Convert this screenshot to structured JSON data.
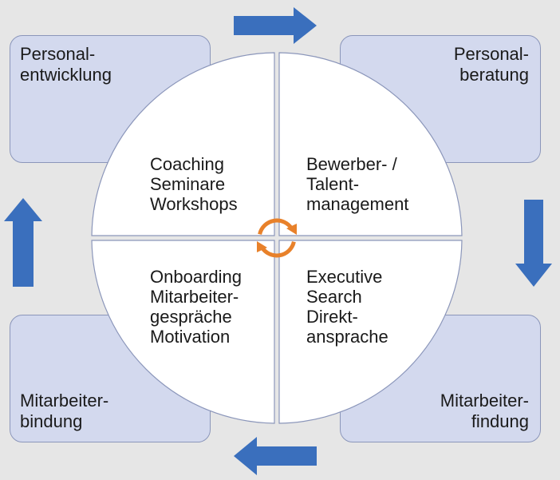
{
  "corners": {
    "top_left": [
      "Personal-",
      "entwicklung"
    ],
    "top_right": [
      "Personal-",
      "beratung"
    ],
    "bottom_left": [
      "Mitarbeiter-",
      "bindung"
    ],
    "bottom_right": [
      "Mitarbeiter-",
      "findung"
    ]
  },
  "quadrants": {
    "top_left": [
      "Coaching",
      "Seminare",
      "Workshops"
    ],
    "top_right": [
      "Bewerber- /",
      "Talent-",
      "management"
    ],
    "bottom_left": [
      "Onboarding",
      "Mitarbeiter-",
      "gespräche",
      "Motivation"
    ],
    "bottom_right": [
      "Executive",
      "Search",
      "Direkt-",
      "ansprache"
    ]
  },
  "arrows": {
    "top": "right-arrow-icon",
    "right": "down-arrow-icon",
    "bottom": "left-arrow-icon",
    "left": "up-arrow-icon"
  },
  "center_icon": "cycle-icon",
  "colors": {
    "background": "#e6e6e6",
    "box_fill": "#d3d9ee",
    "arrow": "#3a6fbd",
    "cycle": "#e8812a"
  }
}
